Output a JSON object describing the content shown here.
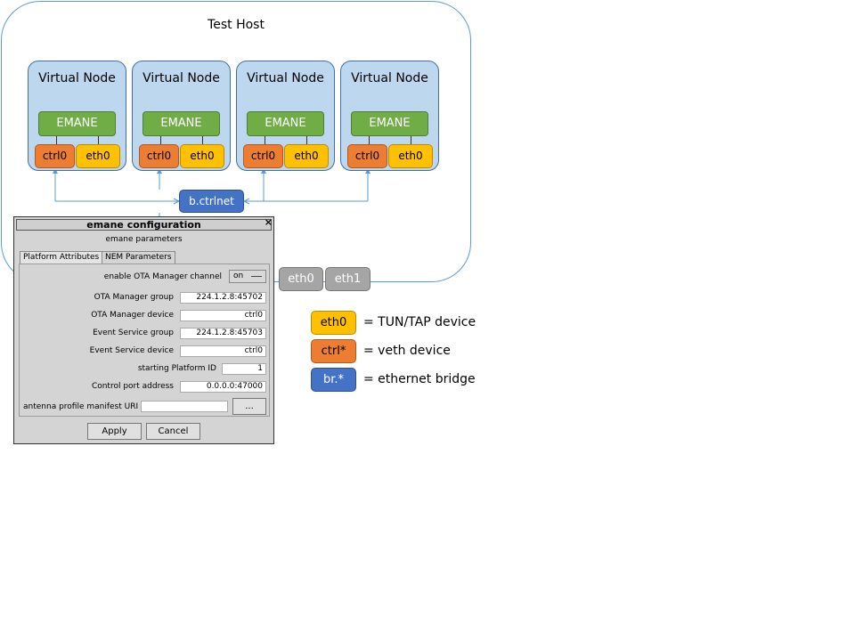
{
  "diagram": {
    "host_title": "Test Host",
    "nodes": [
      {
        "title": "Virtual Node",
        "emane": "EMANE",
        "ctrl": "ctrl0",
        "eth": "eth0"
      },
      {
        "title": "Virtual Node",
        "emane": "EMANE",
        "ctrl": "ctrl0",
        "eth": "eth0"
      },
      {
        "title": "Virtual Node",
        "emane": "EMANE",
        "ctrl": "ctrl0",
        "eth": "eth0"
      },
      {
        "title": "Virtual Node",
        "emane": "EMANE",
        "ctrl": "ctrl0",
        "eth": "eth0"
      }
    ],
    "bridge": "b.ctrlnet",
    "host_ifaces": [
      "eth0",
      "eth1"
    ]
  },
  "legend": [
    {
      "box": "eth0",
      "text": "= TUN/TAP device",
      "color": "#ffc000"
    },
    {
      "box": "ctrl*",
      "text": "= veth device",
      "color": "#ed7d31"
    },
    {
      "box": "br.*",
      "text": "= ethernet bridge",
      "color": "#4472c4"
    }
  ],
  "dialog": {
    "title": "emane configuration",
    "close": "×",
    "subtitle": "emane parameters",
    "tabs": [
      "Platform Attributes",
      "NEM Parameters"
    ],
    "fields": [
      {
        "label": "enable OTA Manager channel",
        "value": "on"
      },
      {
        "label": "OTA Manager group",
        "value": "224.1.2.8:45702"
      },
      {
        "label": "OTA Manager device",
        "value": "ctrl0"
      },
      {
        "label": "Event Service group",
        "value": "224.1.2.8:45703"
      },
      {
        "label": "Event Service device",
        "value": "ctrl0"
      },
      {
        "label": "starting Platform ID",
        "value": "1"
      },
      {
        "label": "Control port address",
        "value": "0.0.0.0:47000"
      },
      {
        "label": "antenna profile manifest URI",
        "value": ""
      }
    ],
    "browse": "...",
    "apply": "Apply",
    "cancel": "Cancel"
  },
  "colors": {
    "node_fill": "#bdd7ee",
    "emane": "#70ad47",
    "ctrl": "#ed7d31",
    "eth": "#ffc000",
    "bridge": "#4472c4",
    "host_iface": "#a5a5a5",
    "host_border": "#5b9bd5"
  }
}
